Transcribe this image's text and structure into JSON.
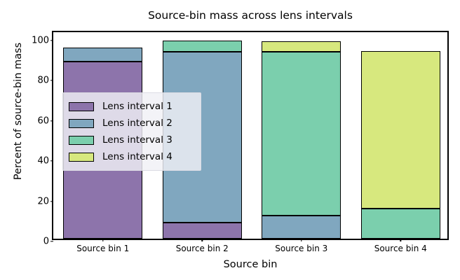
{
  "chart_data": {
    "type": "bar",
    "bar_mode": "stacked",
    "title": "Source-bin mass across lens intervals",
    "xlabel": "Source bin",
    "ylabel": "Percent of source-bin mass",
    "categories": [
      "Source bin 1",
      "Source bin 2",
      "Source bin 3",
      "Source bin 4"
    ],
    "series": [
      {
        "name": "Lens interval 1",
        "color": "#8d74ab",
        "values": [
          88.0,
          8.0,
          0.0,
          0.0
        ]
      },
      {
        "name": "Lens interval 2",
        "color": "#80a7bf",
        "values": [
          7.0,
          85.0,
          11.5,
          0.0
        ]
      },
      {
        "name": "Lens interval 3",
        "color": "#7bcfad",
        "values": [
          0.0,
          5.5,
          81.5,
          15.0
        ]
      },
      {
        "name": "Lens interval 4",
        "color": "#d7e87e",
        "values": [
          0.0,
          0.0,
          5.0,
          78.3
        ]
      }
    ],
    "totals": [
      95.0,
      98.5,
      98.0,
      93.3
    ],
    "ylim": [
      0,
      104
    ],
    "yticks": [
      0,
      20,
      40,
      60,
      80,
      100
    ],
    "ytick_labels": [
      "0",
      "20",
      "40",
      "60",
      "80",
      "100"
    ],
    "grid": false,
    "legend_position": "center left",
    "legend_entries": [
      "Lens interval 1",
      "Lens interval 2",
      "Lens interval 3",
      "Lens interval 4"
    ],
    "edge_color": "#000000",
    "background_color": "#ffffff"
  }
}
